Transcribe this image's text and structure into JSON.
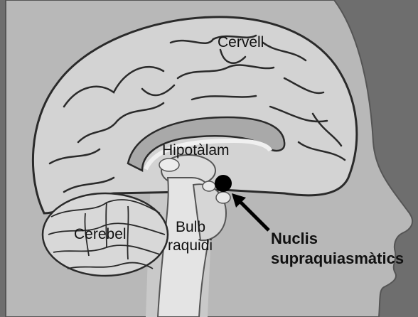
{
  "labels": {
    "cerebrum": "Cervell",
    "hypothalamus": "Hipotàlam",
    "cerebellum": "Cerebel",
    "medulla_line1": "Bulb",
    "medulla_line2": "raquidi",
    "scn_line1": "Nuclis",
    "scn_line2": "supraquiasmàtics"
  },
  "colors": {
    "background": "#6e6e6e",
    "head": "#b8b8b8",
    "brain": "#d3d3d3",
    "sulcus": "#2a2a2a",
    "marker": "#000000"
  }
}
